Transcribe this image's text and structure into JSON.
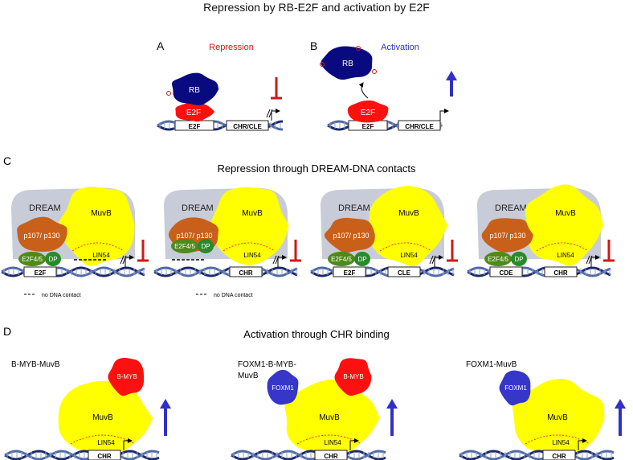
{
  "title": "Repression by RB-E2F and activation by E2F",
  "colors": {
    "rb": "#0a0a80",
    "e2f": "#ff1010",
    "muvb": "#ffff00",
    "p107": "#c8601a",
    "e2f45": "#4e8a1a",
    "dp": "#2a8a2a",
    "foxm1": "#3636c8",
    "bmyb": "#ff1010",
    "dream": "#c8ccd8",
    "repress": "#cc1a1a",
    "activate": "#3030c8",
    "dna": "#1a2a6a"
  },
  "panelA": {
    "letter": "A",
    "label": "Repression",
    "rb": "RB",
    "e2f": "E2F",
    "site1": "E2F",
    "site2": "CHR/CLE"
  },
  "panelB": {
    "letter": "B",
    "label": "Activation",
    "rb": "RB",
    "e2f": "E2F",
    "site1": "E2F",
    "site2": "CHR/CLE"
  },
  "panelC": {
    "letter": "C",
    "subtitle": "Repression through DREAM-DNA contacts",
    "dream": "DREAM",
    "muvb": "MuvB",
    "p107": "p107/ p130",
    "lin54": "LIN54",
    "e2f45": "E2F4/5",
    "dp": "DP",
    "no_contact": "no DNA contact",
    "sites": [
      [
        "E2F",
        ""
      ],
      [
        "",
        "CHR"
      ],
      [
        "E2F",
        "CLE"
      ],
      [
        "CDE",
        "CHR"
      ]
    ]
  },
  "panelD": {
    "letter": "D",
    "subtitle": "Activation through CHR binding",
    "muvb": "MuvB",
    "lin54": "LIN54",
    "chr": "CHR",
    "foxm1": "FOXM1",
    "bmyb": "B-MYB",
    "complex_names": [
      "B-MYB-MuvB",
      "FOXM1-B-MYB-\nMuvB",
      "FOXM1-MuvB"
    ]
  }
}
